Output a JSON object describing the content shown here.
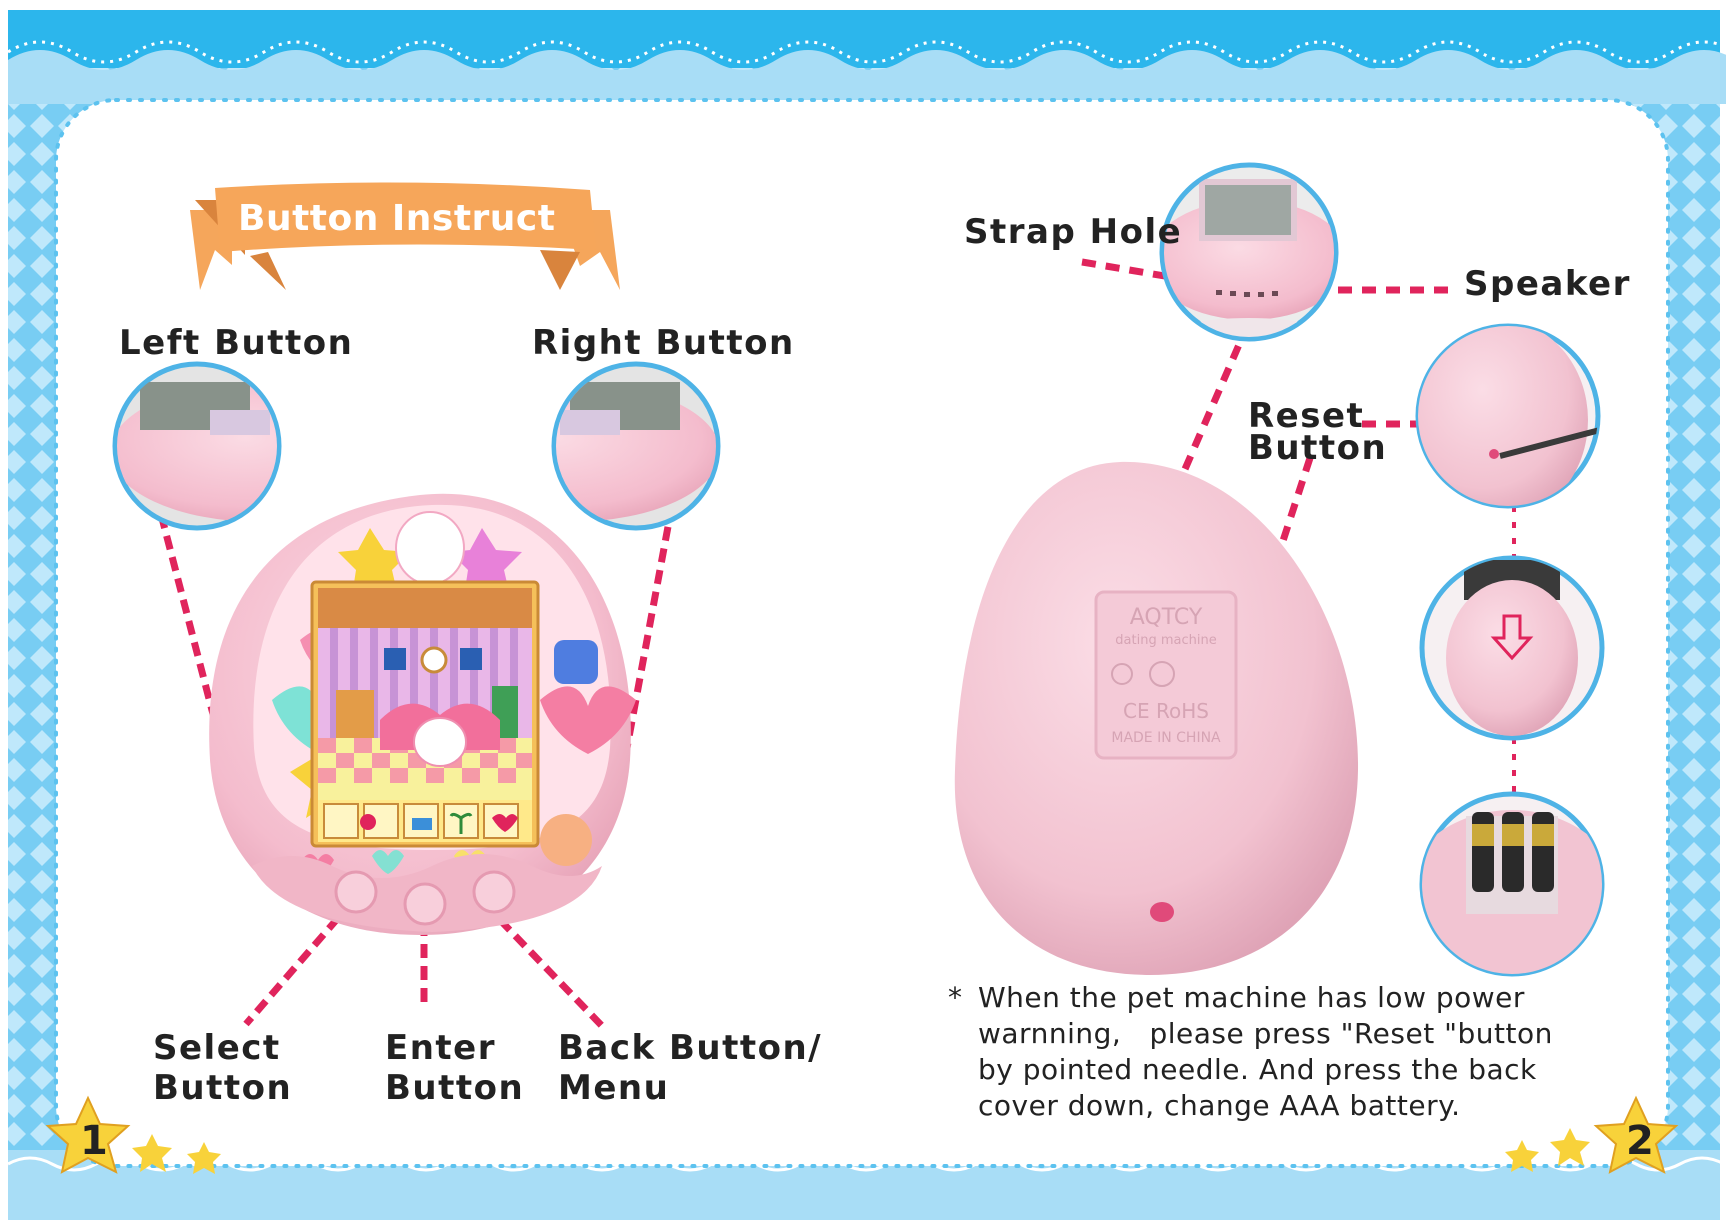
{
  "banner": {
    "title": "Button Instructio"
  },
  "left_page": {
    "left_button": "Left Button",
    "right_button": "Right Button",
    "select_button": [
      "Select",
      "Button"
    ],
    "enter_button": [
      "Enter",
      "Button"
    ],
    "back_button": [
      "Back Button/",
      "Menu"
    ],
    "page_number": "1",
    "screen_icons": [
      "toilet-icon",
      "medicine-icon",
      "bath-icon",
      "sprout-icon",
      "heart-icon"
    ]
  },
  "right_page": {
    "strap_hole": "Strap Hole",
    "speaker": "Speaker",
    "reset_button": [
      "Reset",
      "Button"
    ],
    "back_cover_embossing": [
      "AQTCY",
      "dating machine",
      "CE RoHS",
      "MADE IN CHINA"
    ],
    "note_asterisk": "*",
    "note_lines": [
      "When the pet machine has low power",
      "warnning,   please press \"Reset \"button",
      "by pointed needle. And press the back",
      "cover down, change AAA battery."
    ],
    "page_number": "2"
  },
  "colors": {
    "frame_blue": "#2cb6ec",
    "frame_light": "#a8ddf6",
    "leader_lines": "#e0245c",
    "banner_orange": "#f6a65a",
    "device_pink": "#f6c9d6",
    "star_yellow": "#f8d23a"
  }
}
